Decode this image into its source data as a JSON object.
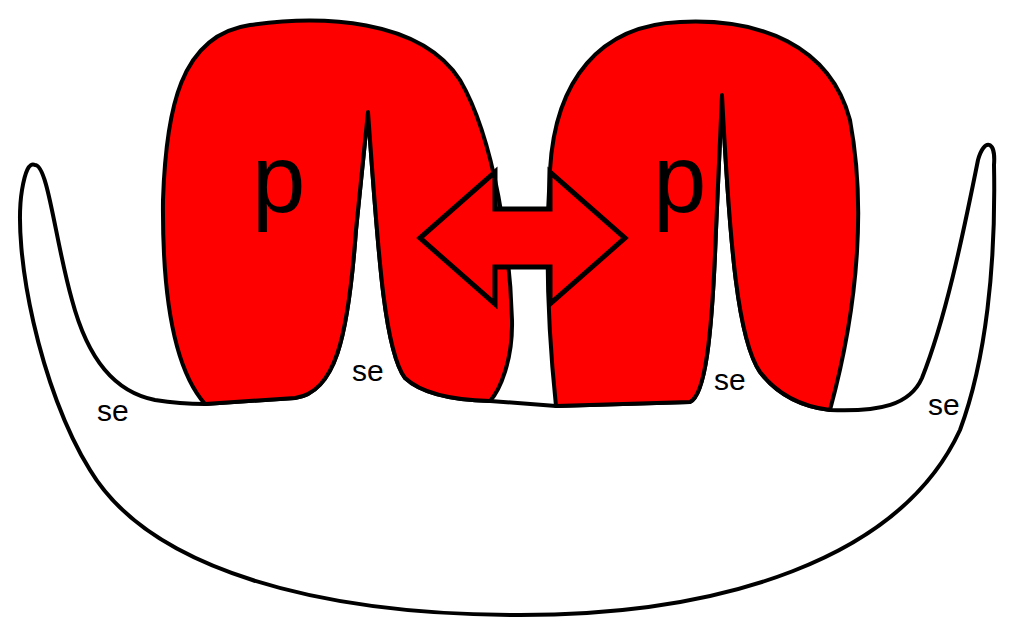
{
  "diagram": {
    "nodes": [
      {
        "text": [
          "p"
        ]
      },
      {
        "text": [
          "p"
        ]
      }
    ],
    "edges": [
      {
        "from": 0,
        "to": 1,
        "arrow": "both"
      }
    ],
    "labels": [
      "se",
      "se",
      "se",
      "se"
    ]
  }
}
